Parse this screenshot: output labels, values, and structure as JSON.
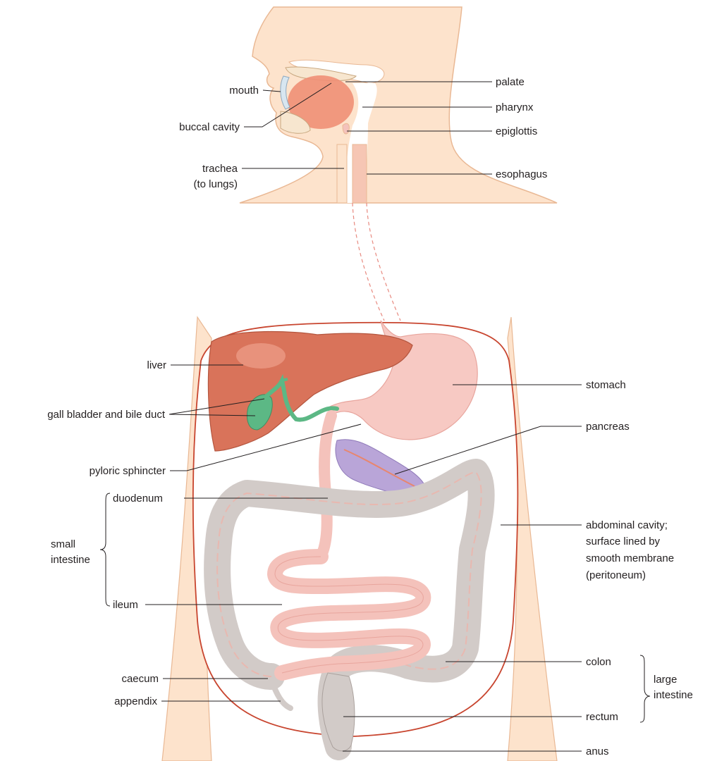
{
  "labels": {
    "mouth": "mouth",
    "buccal_cavity": "buccal cavity",
    "trachea_1": "trachea",
    "trachea_2": "(to lungs)",
    "palate": "palate",
    "pharynx": "pharynx",
    "epiglottis": "epiglottis",
    "esophagus": "esophagus",
    "liver": "liver",
    "gall_bladder": "gall bladder and bile duct",
    "pyloric": "pyloric sphincter",
    "duodenum": "duodenum",
    "small_intestine_1": "small",
    "small_intestine_2": "intestine",
    "ileum": "ileum",
    "caecum": "caecum",
    "appendix": "appendix",
    "stomach": "stomach",
    "pancreas": "pancreas",
    "abdominal_1": "abdominal cavity;",
    "abdominal_2": "surface lined by",
    "abdominal_3": "smooth membrane",
    "abdominal_4": "(peritoneum)",
    "colon": "colon",
    "large_intestine_1": "large",
    "large_intestine_2": "intestine",
    "rectum": "rectum",
    "anus": "anus"
  },
  "colors": {
    "skin": "#fde3cc",
    "skin_outline": "#e9b894",
    "cavity_outline": "#c8452f",
    "liver": "#d9735a",
    "stomach": "#f7c9c3",
    "gall_bladder": "#5cb885",
    "pancreas": "#b9a5d8",
    "colon": "#d2cbc8",
    "small_intestine": "#f4c2bb",
    "tongue": "#f08f76"
  }
}
